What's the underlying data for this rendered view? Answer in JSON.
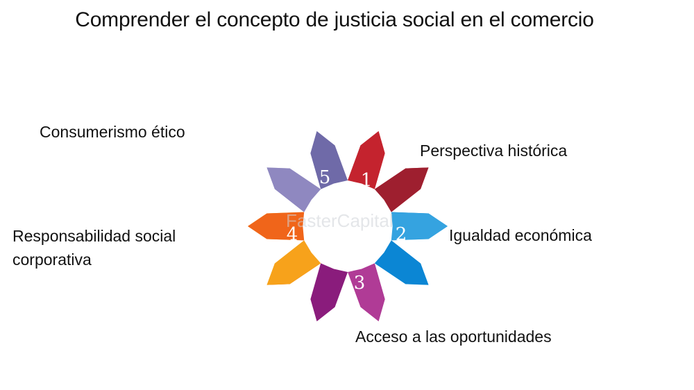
{
  "title": "Comprender el concepto de justicia social en el comercio",
  "segments": [
    {
      "number": "1",
      "label": "Perspectiva histórica",
      "colors": [
        "#9e1f2f",
        "#c4232e",
        "#e8232f"
      ]
    },
    {
      "number": "2",
      "label": "Igualdad económica",
      "colors": [
        "#0b86d4",
        "#35a3e0",
        "#8fd2f2"
      ]
    },
    {
      "number": "3",
      "label": "Acceso a las oportunidades",
      "colors": [
        "#8a1c7c",
        "#b03b96",
        "#f1b7d3"
      ]
    },
    {
      "number": "4",
      "label": "Responsabilidad social corporativa",
      "colors": [
        "#f0651a",
        "#f7a21b",
        "#ffc81a"
      ]
    },
    {
      "number": "5",
      "label": "Consumerismo ético",
      "colors": [
        "#6f6aa8",
        "#8f88c0",
        "#c5c1e0"
      ]
    }
  ],
  "watermark": "FasterCapital"
}
